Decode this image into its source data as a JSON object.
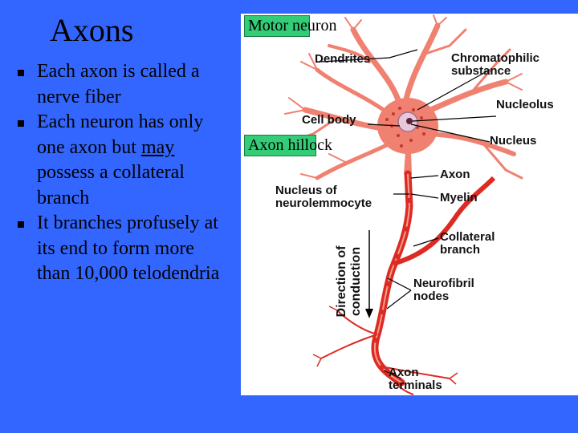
{
  "slide": {
    "title": "Axons",
    "bullets": [
      {
        "text": "Each axon is called a nerve fiber"
      },
      {
        "before": "Each neuron has only one axon but ",
        "underlined": "may",
        "after": " possess a collateral branch"
      },
      {
        "text": "It branches profusely at its end to form more than 10,000 telodendria"
      }
    ]
  },
  "figure": {
    "tags": {
      "motor_neuron": "Motor neuron",
      "axon_hillock": "Axon hillock"
    },
    "labels": {
      "dendrites": "Dendrites",
      "chromatophilic": "Chromatophilic substance",
      "nucleolus": "Nucleolus",
      "cell_body": "Cell body",
      "nucleus": "Nucleus",
      "axon": "Axon",
      "nucleus_neurolemmocyte": "Nucleus of neurolemmocyte",
      "myelin": "Myelin",
      "collateral_branch": "Collateral branch",
      "neurofibril_nodes": "Neurofibril nodes",
      "axon_terminals": "Axon terminals",
      "direction": "Direction of conduction"
    }
  },
  "colors": {
    "background": "#3366ff",
    "tag": "#33cc77",
    "neuron": "#f08070",
    "axon": "#dd2a22"
  }
}
